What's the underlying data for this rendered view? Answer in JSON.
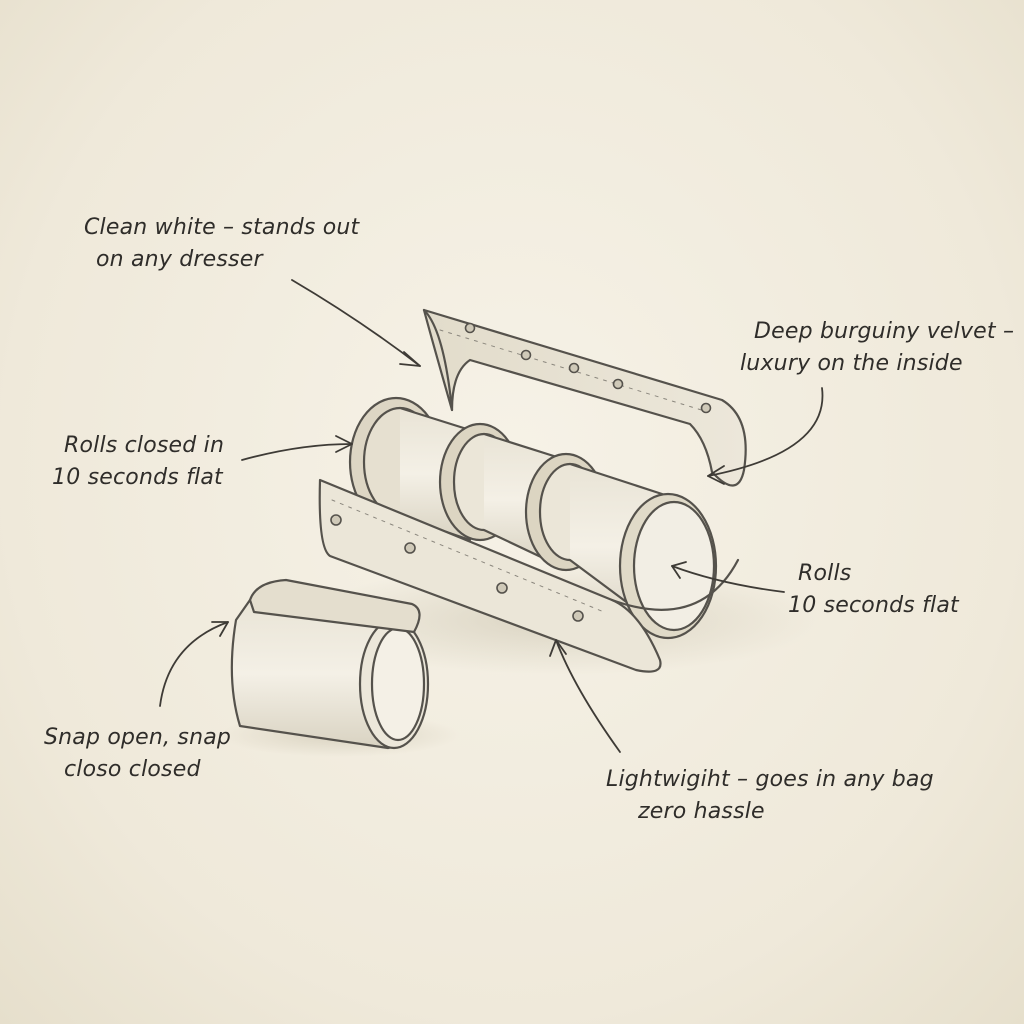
{
  "annotations": {
    "clean_white": {
      "line1": "Clean white – stands out",
      "line2": "on any dresser"
    },
    "velvet": {
      "line1": "Deep burguiny velvet –",
      "line2": "luxury on the inside"
    },
    "rolls_closed": {
      "line1": "Rolls closed in",
      "line2": "10 seconds flat"
    },
    "rolls": {
      "line1": "Rolls",
      "line2": "10 seconds flat"
    },
    "snap": {
      "line1": "Snap open, snap",
      "line2": "closo closed"
    },
    "lightweight": {
      "line1": "Lightwigiht – goes in any bag",
      "line2": "zero hassle"
    }
  },
  "colors": {
    "paper": "#f3efe3",
    "pencil": "#55524c",
    "ink": "#2f2d2a"
  }
}
